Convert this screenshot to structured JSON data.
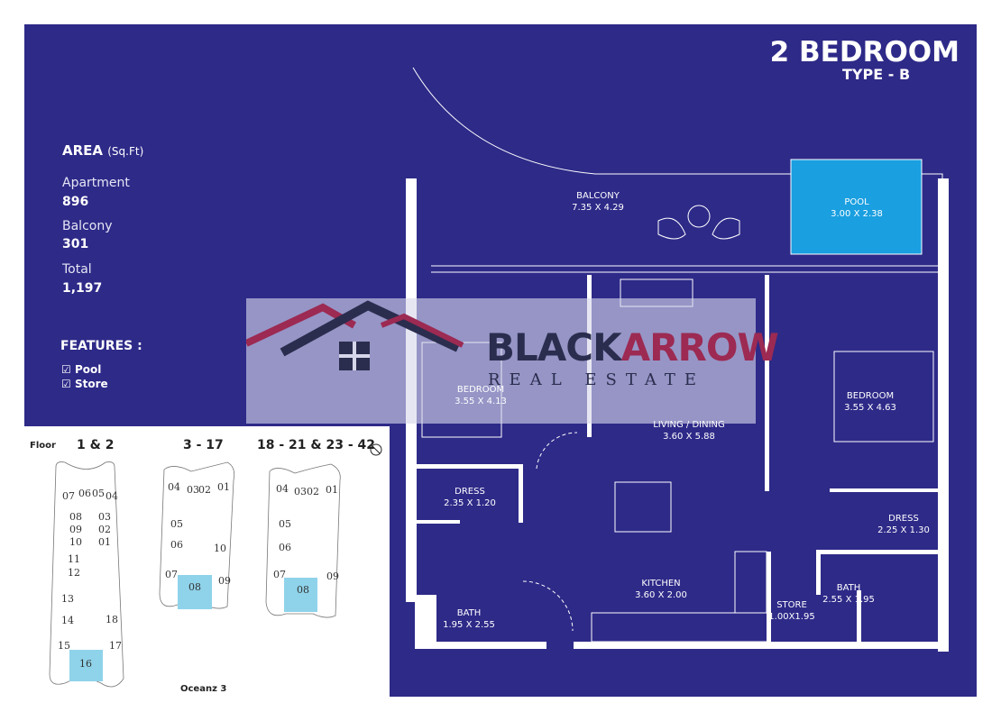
{
  "header": {
    "title": "2 BEDROOM",
    "subtitle": "TYPE - B"
  },
  "area": {
    "heading": "AREA",
    "unit": "(Sq.Ft)",
    "items": [
      {
        "label": "Apartment",
        "value": "896"
      },
      {
        "label": "Balcony",
        "value": "301"
      },
      {
        "label": "Total",
        "value": "1,197"
      }
    ]
  },
  "features": {
    "heading": "FEATURES :",
    "items": [
      "Pool",
      "Store"
    ]
  },
  "rooms": {
    "balcony": {
      "name": "BALCONY",
      "size": "7.35 X 4.29"
    },
    "pool": {
      "name": "POOL",
      "size": "3.00 X 2.38"
    },
    "bedroom1": {
      "name": "BEDROOM",
      "size": "3.55 X 4.13"
    },
    "living": {
      "name": "LIVING / DINING",
      "size": "3.60 X 5.88"
    },
    "bedroom2": {
      "name": "BEDROOM",
      "size": "3.55 X 4.63"
    },
    "dress1": {
      "name": "DRESS",
      "size": "2.35 X 1.20"
    },
    "dress2": {
      "name": "DRESS",
      "size": "2.25 X 1.30"
    },
    "bath1": {
      "name": "BATH",
      "size": "1.95 X 2.55"
    },
    "kitchen": {
      "name": "KITCHEN",
      "size": "3.60 X 2.00"
    },
    "store": {
      "name": "STORE",
      "size": "1.00X1.95"
    },
    "bath2": {
      "name": "BATH",
      "size": "2.55 X 1.95"
    }
  },
  "watermark": {
    "brand1": "BLACK",
    "brand2": "ARROW",
    "tagline": "REAL ESTATE"
  },
  "keyplan": {
    "floor_label": "Floor",
    "groups": [
      "1 & 2",
      "3 - 17",
      "18 - 21 & 23 - 42"
    ],
    "building": "Oceanz 3",
    "units_a": [
      "07",
      "06",
      "05",
      "04",
      "08",
      "03",
      "09",
      "02",
      "10",
      "01",
      "11",
      "12",
      "13",
      "14",
      "18",
      "15",
      "17",
      "16"
    ],
    "units_b": [
      "04",
      "03",
      "02",
      "01",
      "05",
      "06",
      "10",
      "07",
      "09",
      "08"
    ],
    "units_c": [
      "04",
      "03",
      "02",
      "01",
      "05",
      "06",
      "07",
      "09",
      "08"
    ],
    "highlight_color": "#8fd3ea"
  },
  "colors": {
    "background": "#2e2a88",
    "pool": "#1a9fe0",
    "brand_dark": "#2b2d4e",
    "brand_red": "#9c2a52"
  }
}
